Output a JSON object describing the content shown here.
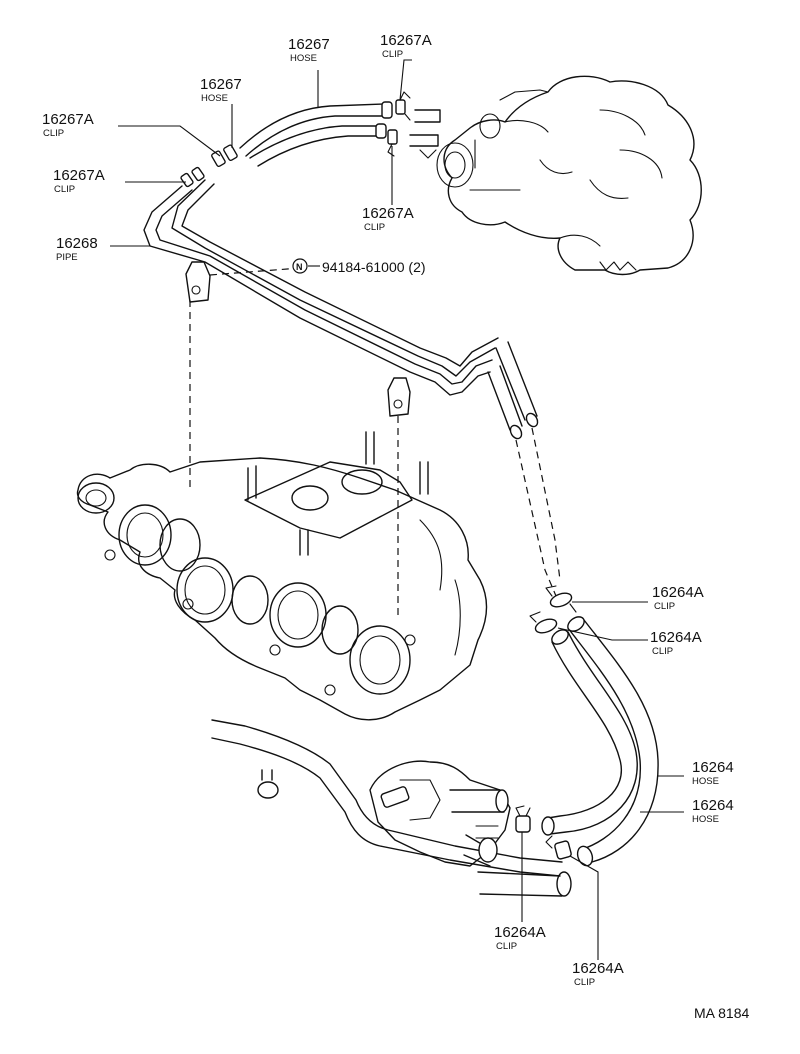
{
  "callouts": [
    {
      "id": "hose_top",
      "number": "16267",
      "desc": "HOSE"
    },
    {
      "id": "clip_top",
      "number": "16267A",
      "desc": "CLIP"
    },
    {
      "id": "hose_left",
      "number": "16267",
      "desc": "HOSE"
    },
    {
      "id": "clip_left_a",
      "number": "16267A",
      "desc": "CLIP"
    },
    {
      "id": "clip_left_b",
      "number": "16267A",
      "desc": "CLIP"
    },
    {
      "id": "clip_mid",
      "number": "16267A",
      "desc": "CLIP"
    },
    {
      "id": "pipe",
      "number": "16268",
      "desc": "PIPE"
    },
    {
      "id": "bolt",
      "number": "94184-61000 (2)",
      "symbol": "N"
    },
    {
      "id": "clip_right_a",
      "number": "16264A",
      "desc": "CLIP"
    },
    {
      "id": "clip_right_b",
      "number": "16264A",
      "desc": "CLIP"
    },
    {
      "id": "hose_right_a",
      "number": "16264",
      "desc": "HOSE"
    },
    {
      "id": "hose_right_b",
      "number": "16264",
      "desc": "HOSE"
    },
    {
      "id": "clip_bottom_a",
      "number": "16264A",
      "desc": "CLIP"
    },
    {
      "id": "clip_bottom_b",
      "number": "16264A",
      "desc": "CLIP"
    }
  ],
  "diagram_code": "MA 8184"
}
